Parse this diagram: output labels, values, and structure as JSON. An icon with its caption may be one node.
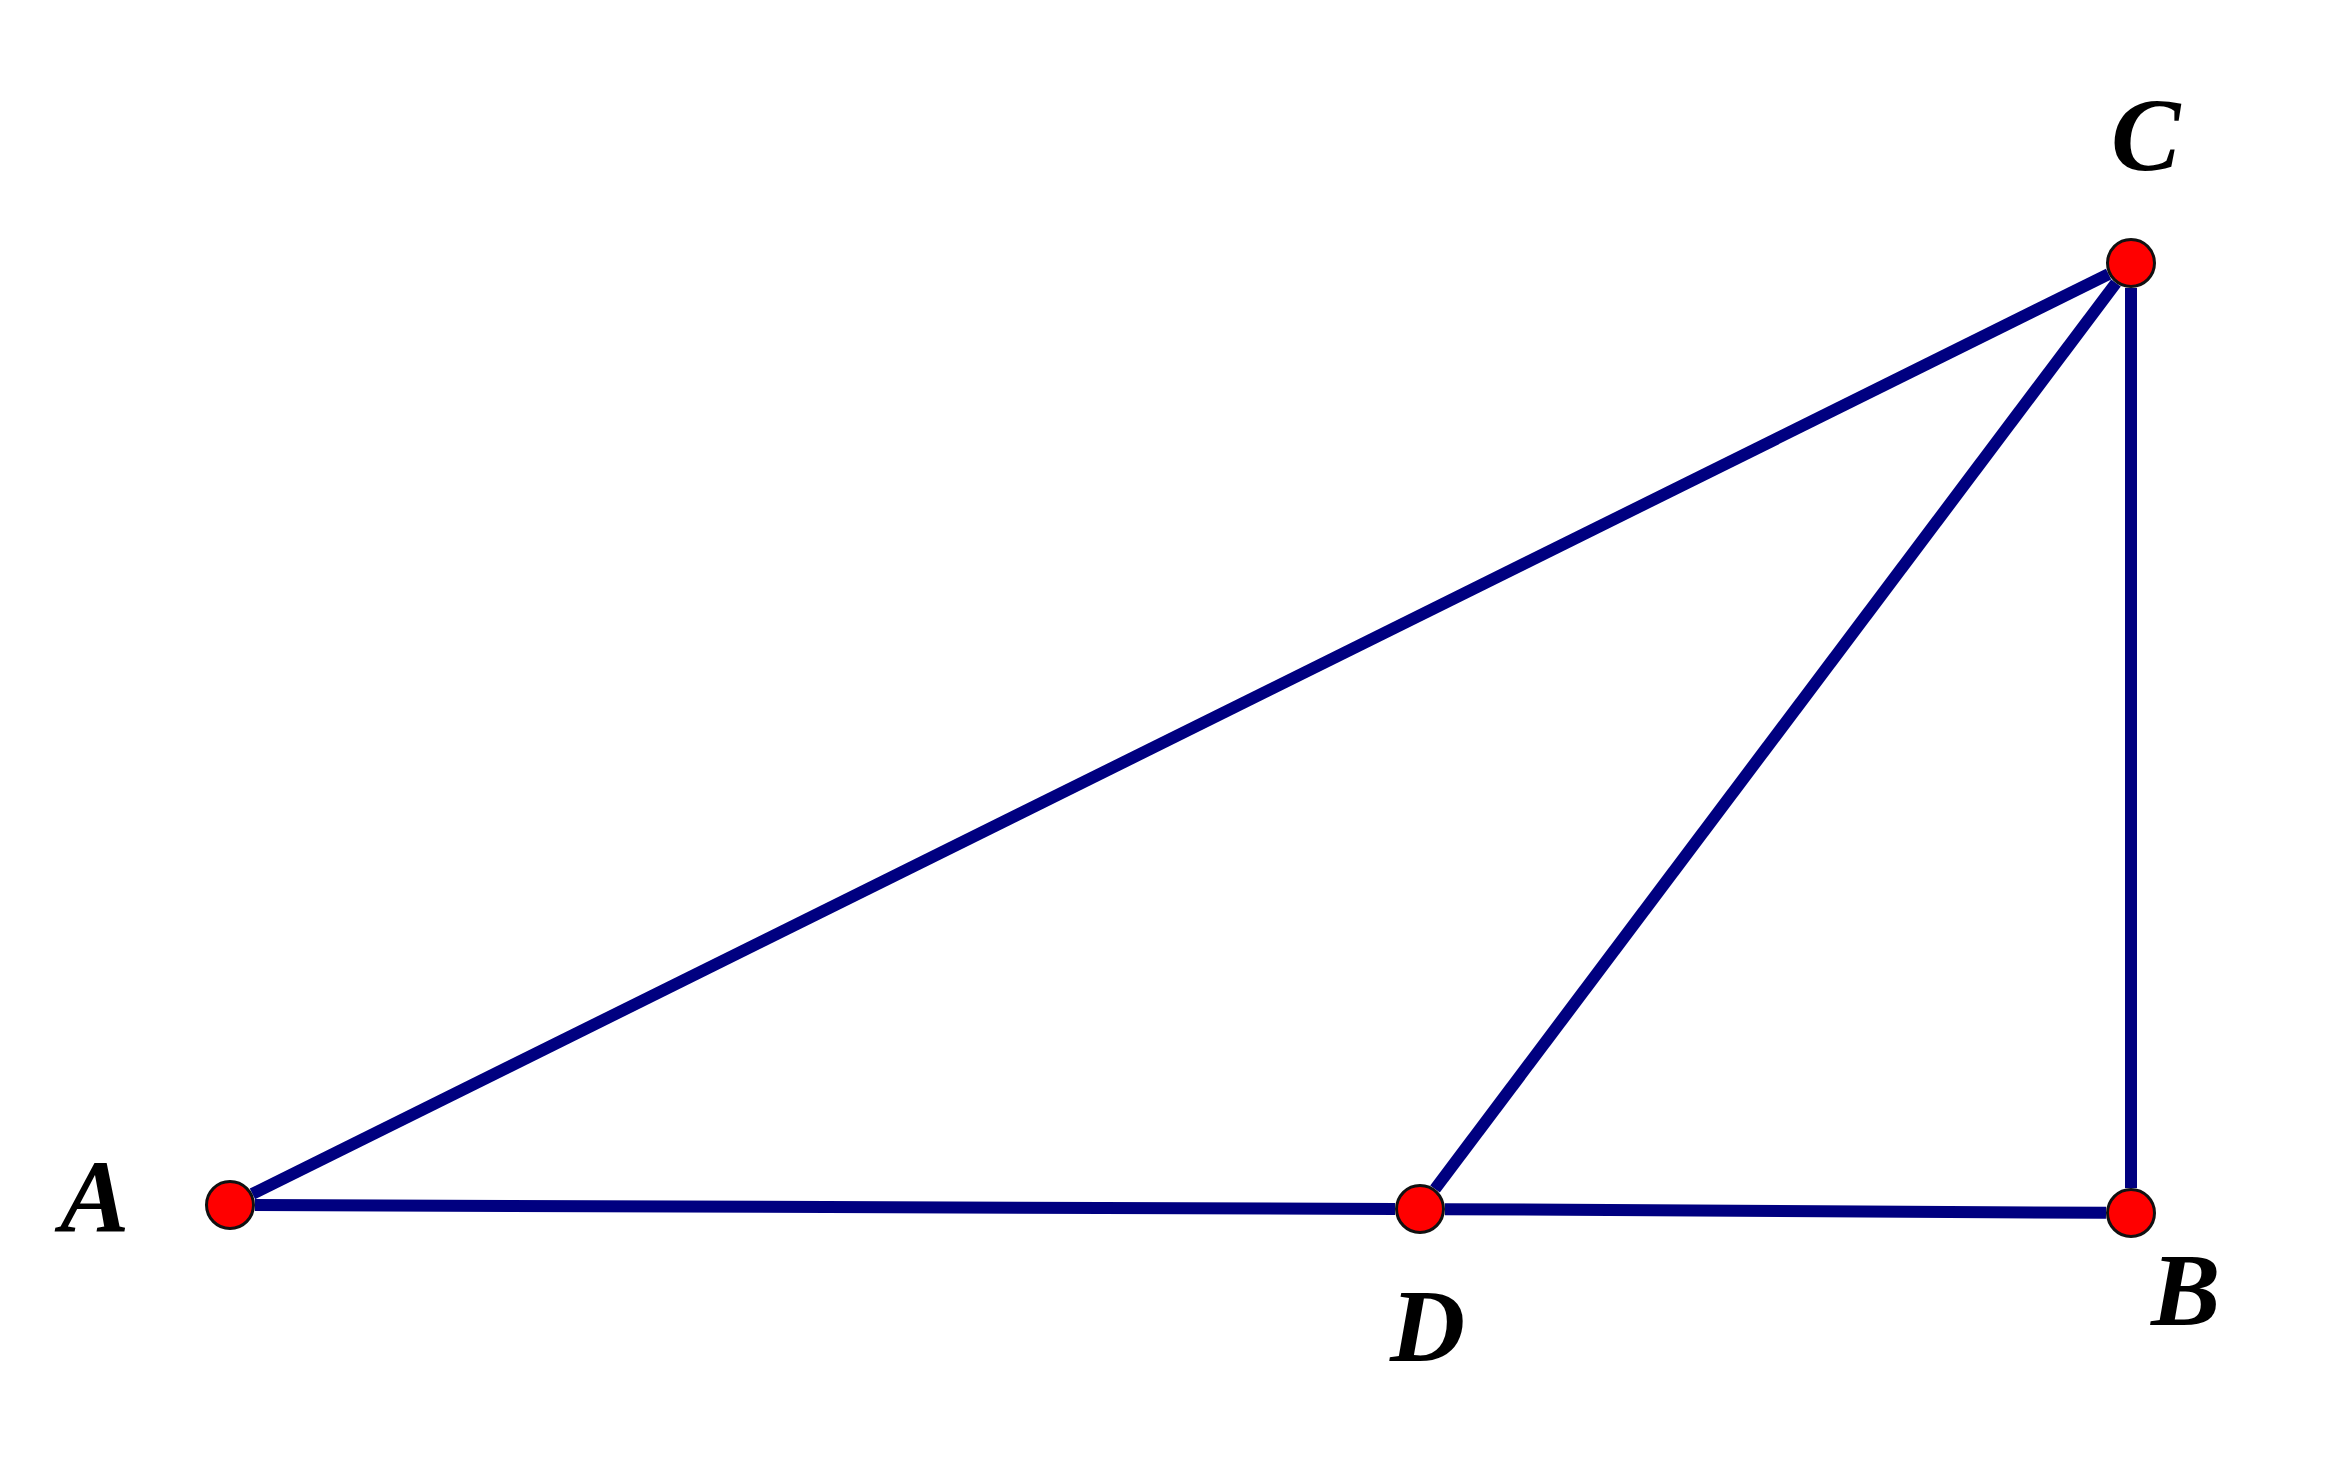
{
  "diagram": {
    "nodes": [
      {
        "text": [],
        "shape": "circle",
        "beside": [
          "A"
        ]
      },
      {
        "text": [],
        "shape": "circle",
        "beside": [
          "D"
        ]
      },
      {
        "text": [],
        "shape": "circle",
        "beside": [
          "B"
        ]
      },
      {
        "text": [],
        "shape": "circle",
        "beside": [
          "C"
        ]
      }
    ],
    "edges": [
      {
        "from": 0,
        "to": 3,
        "arrow": "none"
      },
      {
        "from": 3,
        "to": 1,
        "arrow": "none"
      },
      {
        "from": 3,
        "to": 2,
        "arrow": "none"
      },
      {
        "from": 0,
        "to": 1,
        "arrow": "none"
      },
      {
        "from": 1,
        "to": 2,
        "arrow": "none"
      }
    ]
  }
}
